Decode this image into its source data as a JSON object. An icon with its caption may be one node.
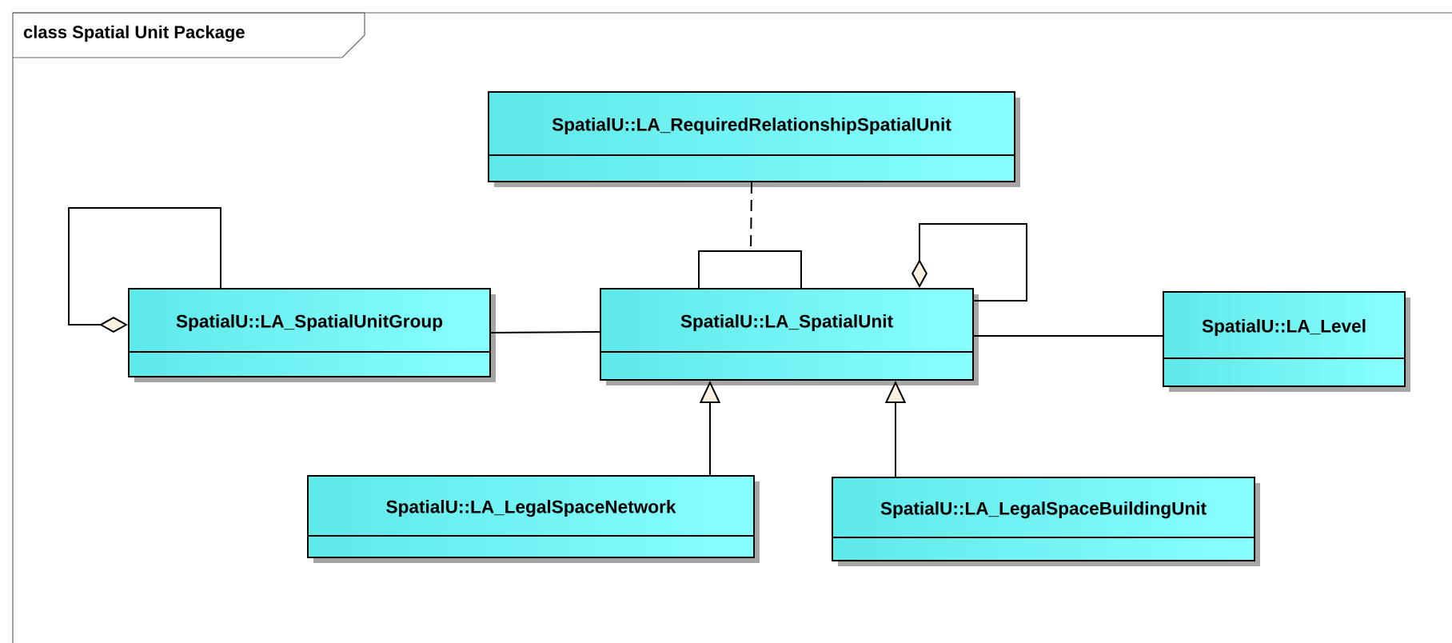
{
  "diagram": {
    "title": "class Spatial Unit Package",
    "nodes": [
      {
        "text": [
          "SpatialU::LA_RequiredRelationshipSpatialUnit"
        ]
      },
      {
        "text": [
          "SpatialU::LA_SpatialUnitGroup"
        ]
      },
      {
        "text": [
          "SpatialU::LA_SpatialUnit"
        ]
      },
      {
        "text": [
          "SpatialU::LA_Level"
        ]
      },
      {
        "text": [
          "SpatialU::LA_LegalSpaceNetwork"
        ]
      },
      {
        "text": [
          "SpatialU::LA_LegalSpaceBuildingUnit"
        ]
      }
    ],
    "edges": [
      {
        "from": 1,
        "to": 1,
        "arrow": "other"
      },
      {
        "from": 1,
        "to": 2,
        "arrow": "none"
      },
      {
        "from": 2,
        "to": 2,
        "arrow": "none"
      },
      {
        "from": 0,
        "to": null,
        "arrow": "none",
        "style": "dashed"
      },
      {
        "from": 2,
        "to": 2,
        "arrow": "other"
      },
      {
        "from": 2,
        "to": 3,
        "arrow": "none"
      },
      {
        "from": 4,
        "to": 2,
        "arrow": "to"
      },
      {
        "from": 5,
        "to": 2,
        "arrow": "to"
      }
    ]
  }
}
